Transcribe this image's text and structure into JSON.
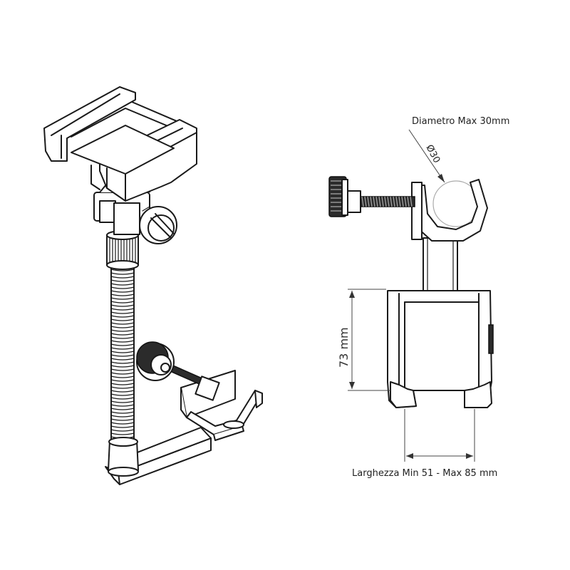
{
  "dimensions": {
    "diameter_label": "Diametro Max 30mm",
    "diameter_symbol": "Ø30",
    "height_label": "73 mm",
    "width_label": "Larghezza Min 51 - Max  85 mm"
  }
}
